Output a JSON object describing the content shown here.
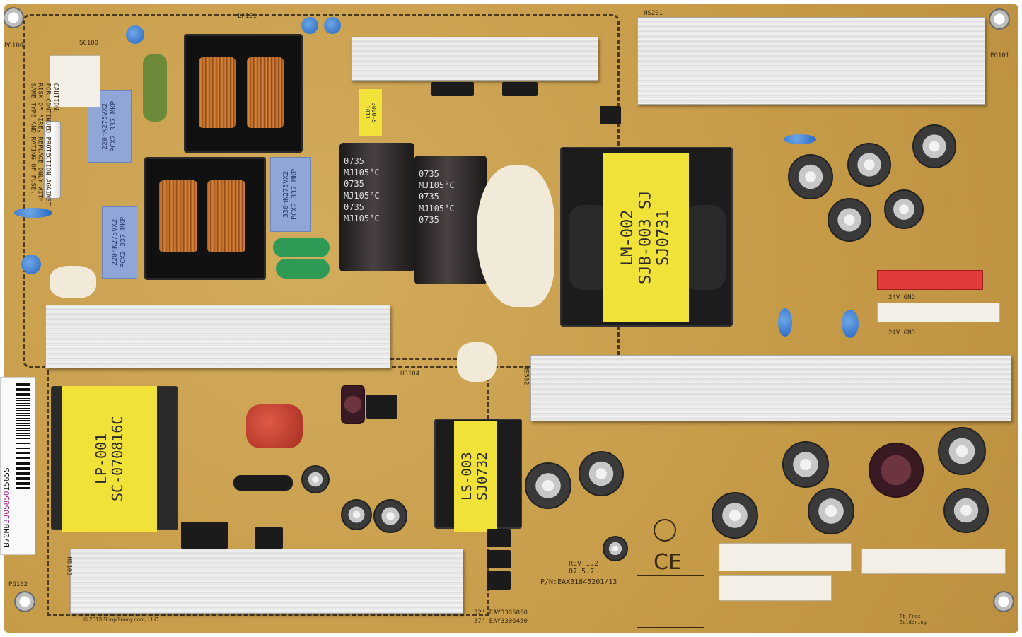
{
  "labels": {
    "transformer_main": "LM-002\nSJB-003 SJ\nSJ0731",
    "transformer_left": "LP-001\nSC-070816C",
    "transformer_mid": "LS-003\nSJ0732",
    "cap_left": "0735\nMJ105°C\n0735\nMJ105°C\n0735\nMJ105°C",
    "cap_right": "0735\nMJ105°C\n0735\nMJ105°C\n0735",
    "film_1": "330nK275VX2\nPCX2 337 MKP",
    "film_2": "220nK275VX2\nPCX2 337 MKP",
    "film_3": "220nK275VX2\nPCX2 337 MKP",
    "yellow_small": "3000-5\n1011"
  },
  "silkscreen": {
    "caution": "CAUTION:\nFOR CONTINUED PROTECTION AGAINST\nRISK OF FIRE, REPLACE ONLY WITH\nSAME TYPE AND RATING OF FUSE.",
    "lf101": "LF101",
    "hs201": "HS201",
    "pg100": "PG100",
    "pg101": "PG101",
    "pg102": "PG102",
    "rev": "REV 1.2\n07.5.7",
    "pn": "P/N:EAX31845201/13",
    "model_32": "32' EAY3305850",
    "model_37": "37' EAY3306450",
    "conn_24v_1": "24V    GND",
    "conn_24v_2": "24V    GND",
    "pb_free": "Pb Free\nSoldering",
    "sc100": "SC100",
    "hs102": "HS102",
    "hs502": "HS502",
    "hs104": "HS104"
  },
  "sticker": {
    "text_a": "B70MB",
    "text_b": "3305850",
    "text_c": "1565S"
  },
  "copyright": "© 2013 ShopJimmy.com, LLC"
}
